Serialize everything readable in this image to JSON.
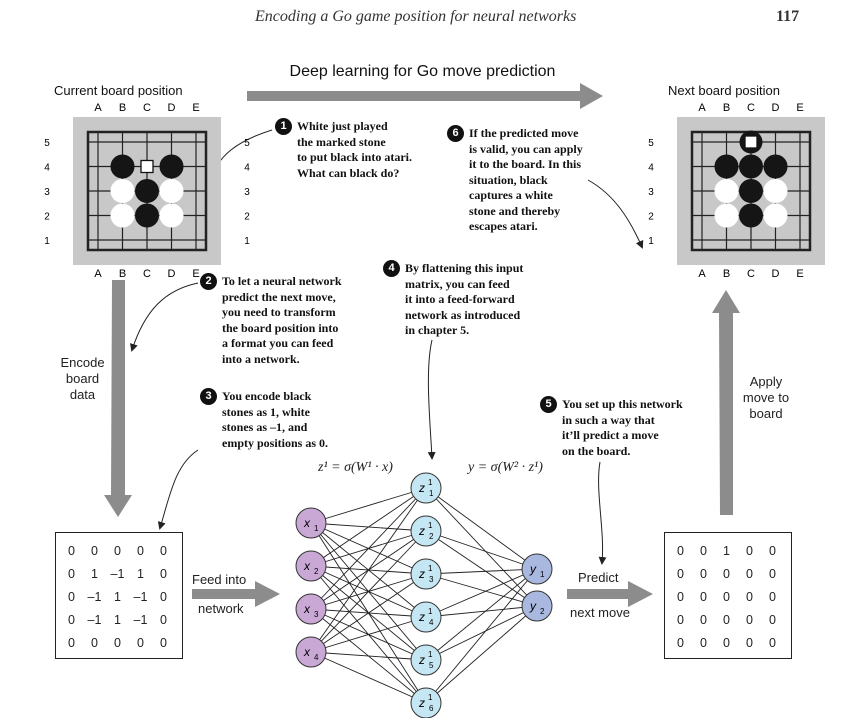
{
  "header": {
    "title": "Encoding a Go game position for neural networks",
    "page_number": "117"
  },
  "main_title": "Deep learning for Go move prediction",
  "boards": {
    "current": {
      "label": "Current board position"
    },
    "next": {
      "label": "Next board position"
    },
    "col_labels": [
      "A",
      "B",
      "C",
      "D",
      "E"
    ],
    "row_labels": [
      "5",
      "4",
      "3",
      "2",
      "1"
    ]
  },
  "callouts": [
    {
      "num": "1",
      "text": "White just played\nthe marked stone\nto put black into atari.\nWhat can black do?"
    },
    {
      "num": "2",
      "text": "To let a neural network\npredict the next move,\nyou need to transform\nthe board position into\na format you can feed\ninto a network."
    },
    {
      "num": "3",
      "text": "You encode black\nstones as 1, white\nstones as –1, and\nempty positions as 0."
    },
    {
      "num": "4",
      "text": "By flattening this input\nmatrix, you can feed\nit into a feed-forward\nnetwork as introduced\nin chapter 5."
    },
    {
      "num": "5",
      "text": "You set up this network\nin such a way that\nit’ll predict a move\non the board."
    },
    {
      "num": "6",
      "text": "If the predicted move\nis valid, you can apply\nit to the board. In this\nsituation, black\ncaptures a white\nstone and thereby\nescapes atari."
    }
  ],
  "labels": {
    "encode": "Encode\nboard\ndata",
    "feed_into": "Feed into",
    "network": "network",
    "predict": "Predict",
    "next_move": "next move",
    "apply": "Apply\nmove to\nboard"
  },
  "formulas": {
    "hidden": "z¹ = σ(W¹ · x)",
    "output": "y = σ(W² · z¹)"
  },
  "input_matrix": [
    [
      "0",
      "0",
      "0",
      "0",
      "0"
    ],
    [
      "0",
      "1",
      "–1",
      "1",
      "0"
    ],
    [
      "0",
      "–1",
      "1",
      "–1",
      "0"
    ],
    [
      "0",
      "–1",
      "1",
      "–1",
      "0"
    ],
    [
      "0",
      "0",
      "0",
      "0",
      "0"
    ]
  ],
  "output_matrix": [
    [
      "0",
      "0",
      "1",
      "0",
      "0"
    ],
    [
      "0",
      "0",
      "0",
      "0",
      "0"
    ],
    [
      "0",
      "0",
      "0",
      "0",
      "0"
    ],
    [
      "0",
      "0",
      "0",
      "0",
      "0"
    ],
    [
      "0",
      "0",
      "0",
      "0",
      "0"
    ]
  ],
  "network": {
    "inputs": [
      "x",
      "x",
      "x",
      "x"
    ],
    "input_subs": [
      "1",
      "2",
      "3",
      "4"
    ],
    "hidden": [
      "z",
      "z",
      "z",
      "z",
      "z",
      "z"
    ],
    "hidden_subs": [
      "1",
      "2",
      "3",
      "4",
      "5",
      "6"
    ],
    "outputs": [
      "y",
      "y"
    ],
    "output_subs": [
      "1",
      "2"
    ],
    "colors": {
      "input": "#c9a8d6",
      "hidden": "#c5e6f3",
      "output": "#a9b8de"
    }
  }
}
